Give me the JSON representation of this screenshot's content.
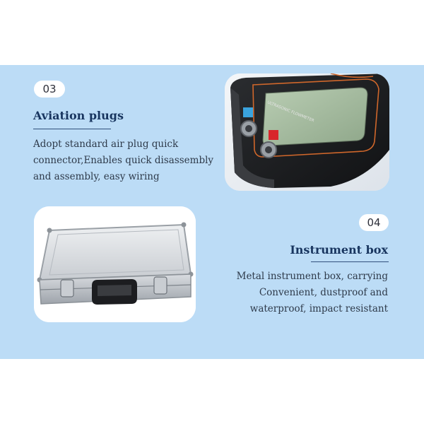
{
  "section1": {
    "badge": "03",
    "title": "Aviation plugs",
    "lines": [
      "Adopt standard air plug quick",
      "connector,Enables quick disassembly",
      "and assembly, easy wiring"
    ],
    "device_label": "ULTRASONIC FLOWMETER"
  },
  "section2": {
    "badge": "04",
    "title": "Instrument box",
    "lines": [
      "Metal instrument box, carrying",
      "Convenient, dustproof and",
      "waterproof, impact resistant"
    ]
  },
  "colors": {
    "panel": "#bcdcf6",
    "heading": "#18355f",
    "text": "#2e3a4a"
  }
}
